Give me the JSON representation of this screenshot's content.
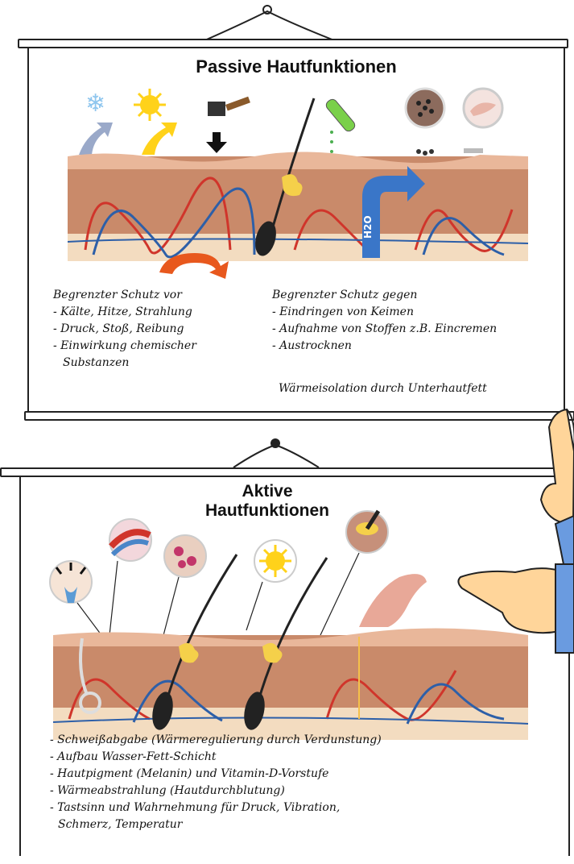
{
  "poster1": {
    "title": "Passive Hautfunktionen",
    "left_list": [
      "Begrenzter Schutz vor",
      "- Kälte, Hitze, Strahlung",
      "- Druck, Stoß, Reibung",
      "- Einwirkung chemischer",
      "  Substanzen"
    ],
    "right_list": [
      "Begrenzter Schutz gegen",
      "- Eindringen von Keimen",
      "- Aufnahme von Stoffen z.B. Eincremen",
      "- Austrocknen"
    ],
    "footer": "Wärmeisolation durch Unterhautfett",
    "h2o_label": "H2O"
  },
  "poster2": {
    "title_line1": "Aktive",
    "title_line2": "Hautfunktionen",
    "list": [
      "- Schweißabgabe (Wärmeregulierung durch Verdunstung)",
      "- Aufbau Wasser-Fett-Schicht",
      "- Hautpigment (Melanin) und Vitamin-D-Vorstufe",
      "- Wärmeabstrahlung (Hautdurchblutung)",
      "- Tastsinn und Wahrnehmung für Druck, Vibration,",
      "  Schmerz, Temperatur"
    ]
  },
  "colors": {
    "skin": "#c98a6a",
    "skin_top": "#e9b79a",
    "fat": "#f3dcc0",
    "vein_red": "#d0352b",
    "vein_blue": "#2d5fa8",
    "sweat": "#5b9bd5",
    "sun": "#ffd21a",
    "finger_skin": "#ffd59a",
    "sleeve": "#6a9be0"
  }
}
